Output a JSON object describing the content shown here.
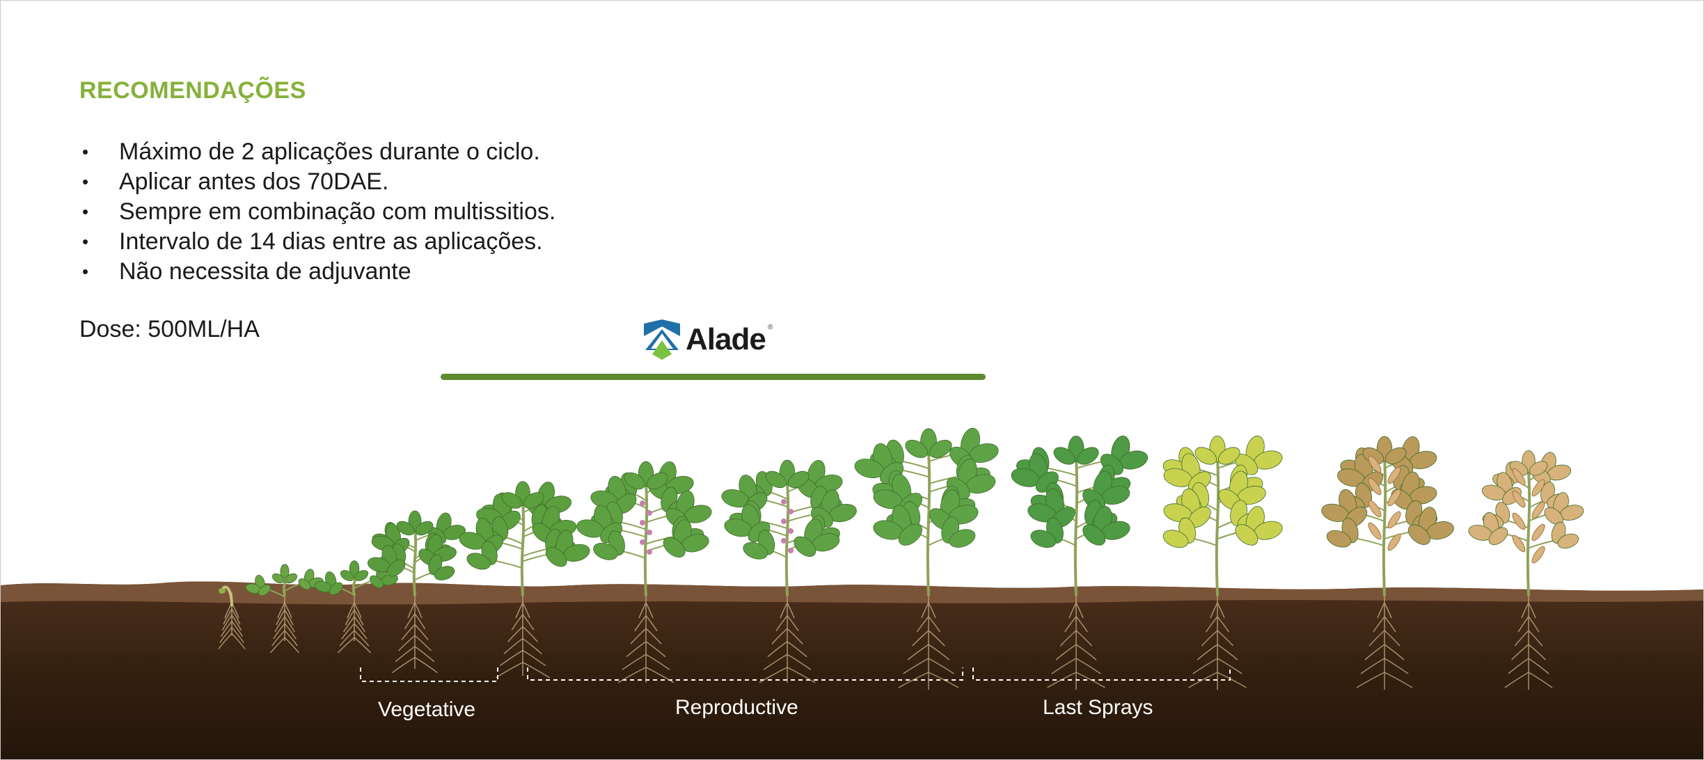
{
  "recommendations": {
    "title": "RECOMENDAÇÕES",
    "items": [
      "Máximo de 2 aplicações durante o ciclo.",
      "Aplicar antes dos 70DAE.",
      "Sempre em combinação com multissitios.",
      "Intervalo de 14 dias entre as aplicações.",
      "Não necessita de adjuvante"
    ],
    "bullet": "•",
    "dose": "Dose: 500ML/HA"
  },
  "brand": {
    "name": "Alade",
    "trademark": "®",
    "logo_colors": {
      "blue": "#1f6fa8",
      "green": "#7cc242"
    },
    "divider_color": "#5e8a2e"
  },
  "growth_stages": [
    {
      "label": "Vegetative"
    },
    {
      "label": "Reproductive"
    },
    {
      "label": "Last Sprays"
    }
  ],
  "plants": [
    {
      "stage": "emergence",
      "foliage": "#8fb050"
    },
    {
      "stage": "cotyledon",
      "foliage": "#6aa444"
    },
    {
      "stage": "unifoliate",
      "foliage": "#5d9e3f"
    },
    {
      "stage": "v2",
      "foliage": "#5a9c3d"
    },
    {
      "stage": "v4",
      "foliage": "#5b9f3e"
    },
    {
      "stage": "r1",
      "foliage": "#5ea142"
    },
    {
      "stage": "r2",
      "foliage": "#5fa245"
    },
    {
      "stage": "r3",
      "foliage": "#5ea447"
    },
    {
      "stage": "r5",
      "foliage": "#4f9a44"
    },
    {
      "stage": "r6",
      "foliage": "#c9d24f"
    },
    {
      "stage": "r7",
      "foliage": "#b99a5a"
    },
    {
      "stage": "r8",
      "foliage": "#d7b27a"
    }
  ],
  "colors": {
    "title_green": "#86b13b",
    "soil_dark": "#2c1a10",
    "soil_mid": "#4a2d1b",
    "soil_top": "#7a5438",
    "flower_pink": "#c77fb0"
  }
}
